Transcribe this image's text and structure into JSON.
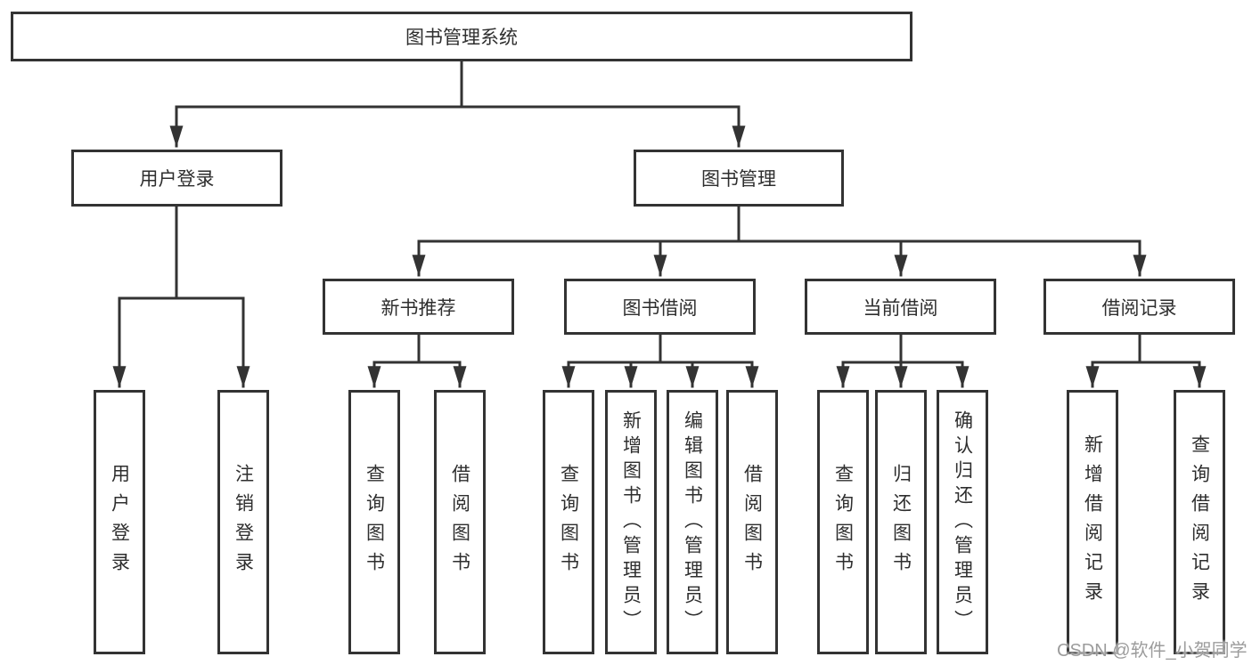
{
  "diagram_title": "图书管理系统",
  "tree": {
    "label": "图书管理系统",
    "children": [
      {
        "label": "用户登录",
        "children": [
          {
            "label": "用户登录"
          },
          {
            "label": "注销登录"
          }
        ]
      },
      {
        "label": "图书管理",
        "children": [
          {
            "label": "新书推荐",
            "children": [
              {
                "label": "查询图书"
              },
              {
                "label": "借阅图书"
              }
            ]
          },
          {
            "label": "图书借阅",
            "children": [
              {
                "label": "查询图书"
              },
              {
                "label": "新增图书（管理员）"
              },
              {
                "label": "编辑图书（管理员）"
              },
              {
                "label": "借阅图书"
              }
            ]
          },
          {
            "label": "当前借阅",
            "children": [
              {
                "label": "查询图书"
              },
              {
                "label": "归还图书"
              },
              {
                "label": "确认归还（管理员）"
              }
            ]
          },
          {
            "label": "借阅记录",
            "children": [
              {
                "label": "新增借阅记录"
              },
              {
                "label": "查询借阅记录"
              }
            ]
          }
        ]
      }
    ]
  },
  "watermark": "CSDN @软件_小贺同学",
  "colors": {
    "line": "#333333",
    "box_border": "#333333",
    "box_fill": "#ffffff",
    "text": "#2e2e2e",
    "watermark": "#9c9c9c"
  }
}
